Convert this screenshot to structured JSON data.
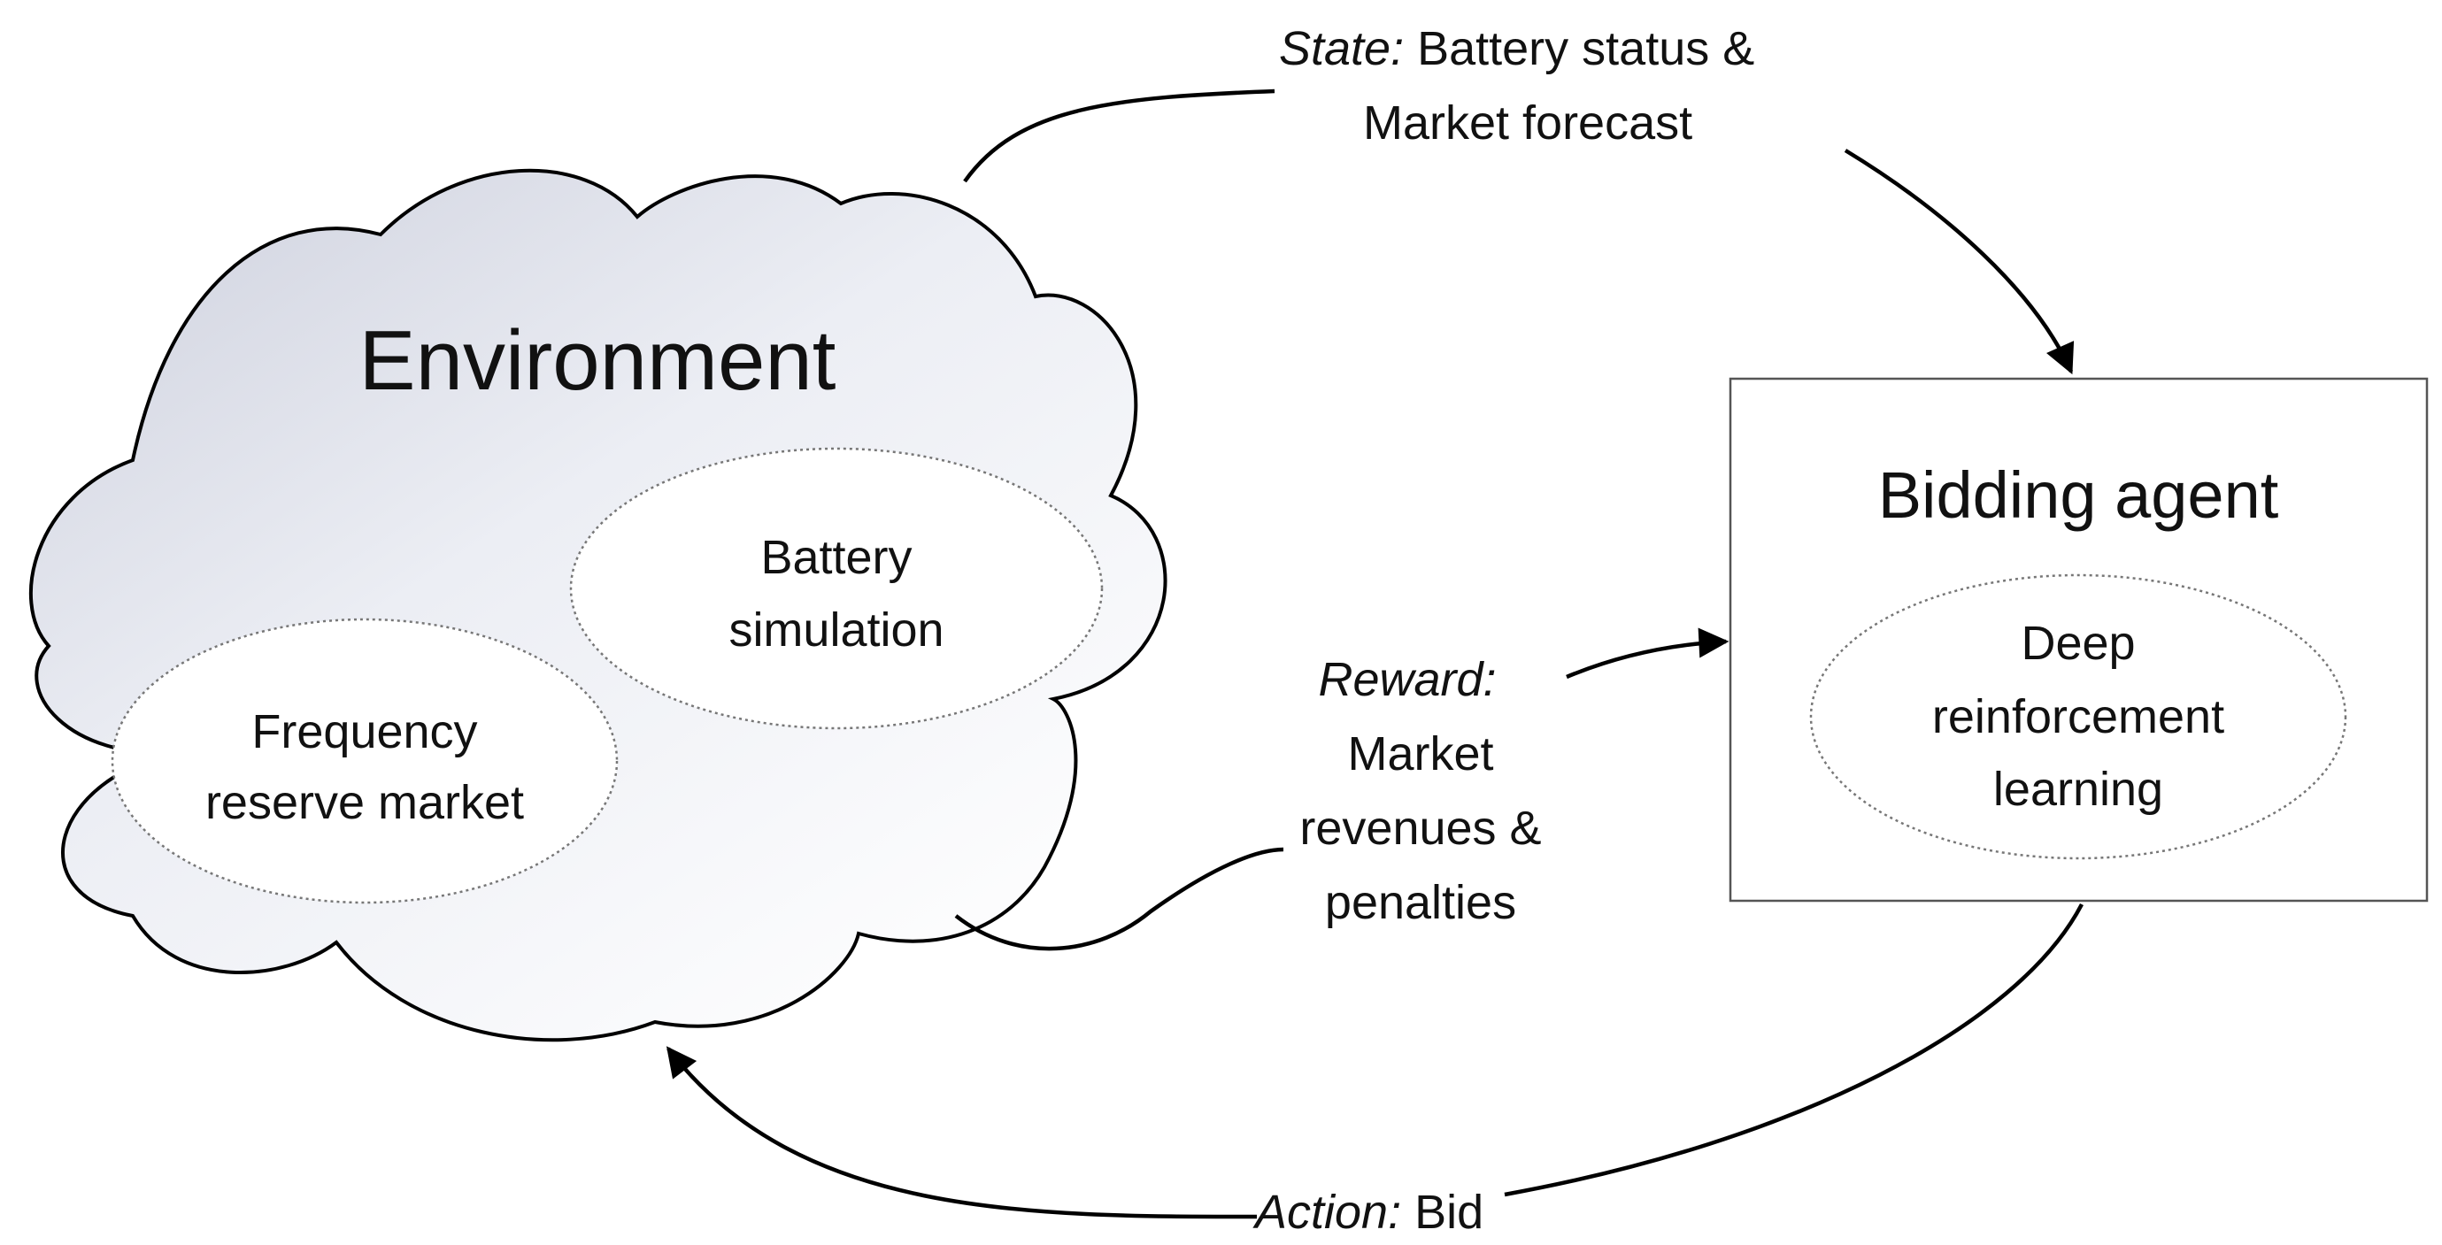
{
  "environment": {
    "title": "Environment",
    "battery_simulation": [
      "Battery",
      "simulation"
    ],
    "frequency_market": [
      "Frequency",
      "reserve market"
    ]
  },
  "agent": {
    "title": "Bidding agent",
    "drl": [
      "Deep",
      "reinforcement",
      "learning"
    ]
  },
  "state": {
    "keyword": "State:",
    "text_line1": " Battery status &",
    "text_line2": "Market forecast"
  },
  "reward": {
    "keyword": "Reward:",
    "lines": [
      "Market",
      "revenues &",
      "penalties"
    ]
  },
  "action": {
    "keyword": "Action:",
    "text": " Bid"
  }
}
